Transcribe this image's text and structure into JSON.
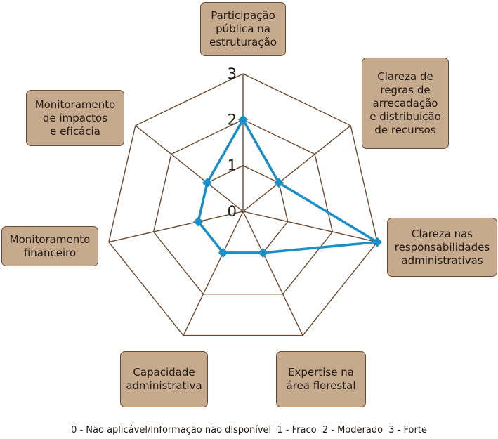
{
  "chart_data": {
    "type": "radar",
    "axes": [
      "Participação\npública na\nestruturação",
      "Clareza de\nregras de\narrecadação\ne distribuição\nde recursos",
      "Clareza nas\nresponsabilidades\nadministrativas",
      "Expertise na\nárea florestal",
      "Capacidade\nadministrativa",
      "Monitoramento\nfinanceiro",
      "Monitoramento\nde impactos\ne eficácia"
    ],
    "values": [
      2,
      1,
      3,
      1,
      1,
      1,
      1
    ],
    "rlim": [
      0,
      3
    ],
    "ticks": [
      "0",
      "1",
      "2",
      "3"
    ],
    "caption": "0 - Não aplicável/Informação não disponível  1 - Fraco  2 - Moderado  3 - Forte",
    "colors": {
      "series": "#1a8fc7",
      "grid": "#6b4a33",
      "box_fill": "#c5aa8d",
      "box_border": "#6b4a33"
    }
  }
}
